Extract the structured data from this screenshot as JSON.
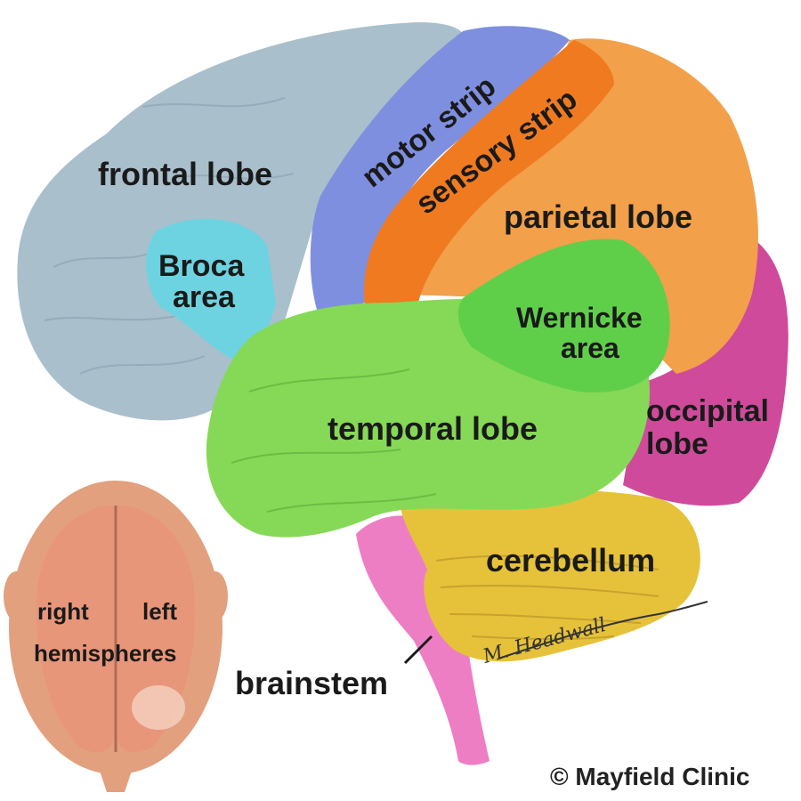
{
  "labels": {
    "frontal_lobe": "frontal lobe",
    "motor_strip": "motor strip",
    "sensory_strip": "sensory strip",
    "parietal_lobe": "parietal lobe",
    "broca_line1": "Broca",
    "broca_line2": "area",
    "wernicke_line1": "Wernicke",
    "wernicke_line2": "area",
    "temporal_lobe": "temporal lobe",
    "occipital_line1": "occipital",
    "occipital_line2": "lobe",
    "cerebellum": "cerebellum",
    "brainstem": "brainstem",
    "right": "right",
    "left": "left",
    "hemispheres": "hemispheres"
  },
  "signature": "M. Headwall",
  "copyright": "© Mayfield Clinic",
  "colors": {
    "frontal": "#a9bfcc",
    "motor": "#7f8fe0",
    "sensory": "#f07a1f",
    "parietal": "#f2a04a",
    "broca": "#6ed3e0",
    "wernicke": "#5fcf4a",
    "temporal": "#86d957",
    "occipital": "#cf4a9a",
    "cerebellum": "#e6c23a",
    "brainstem": "#ee7ec4",
    "head": "#e89a7a"
  }
}
